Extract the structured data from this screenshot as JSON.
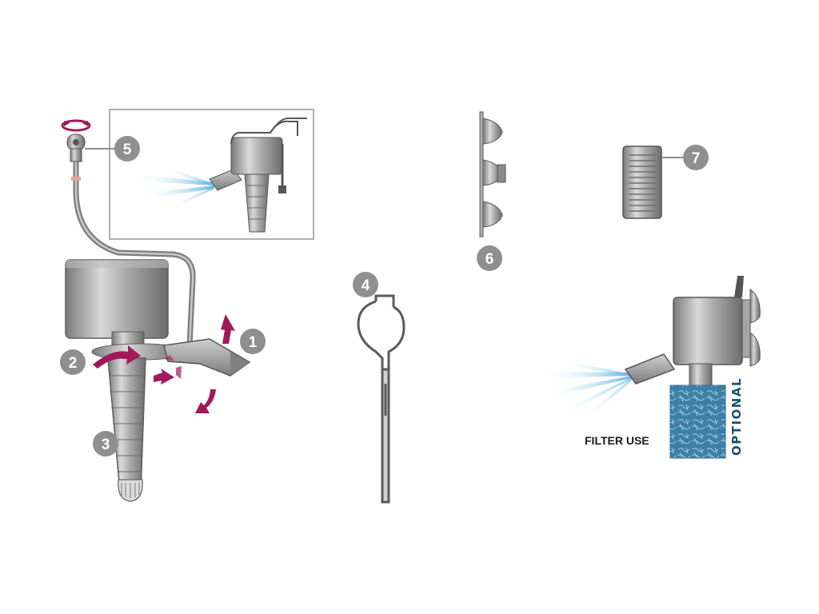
{
  "callouts": {
    "c1": "1",
    "c2": "2",
    "c3": "3",
    "c4": "4",
    "c5": "5",
    "c6": "6",
    "c7": "7"
  },
  "labels": {
    "filter_use": "FILTER USE",
    "optional": "OPTIONAL"
  },
  "icons": {
    "rotate": "rotate-arrows-icon",
    "tilt": "tilt-arrows-icon",
    "water_jet": "water-jet-icon"
  },
  "colors": {
    "callout_bg": "#8f8f8f",
    "arrow": "#a1185b",
    "pump_metal": "#9a9a9a",
    "water": "#5fb5e3",
    "sponge": "#3d7fa6",
    "panel_border": "#b0b0b0"
  }
}
